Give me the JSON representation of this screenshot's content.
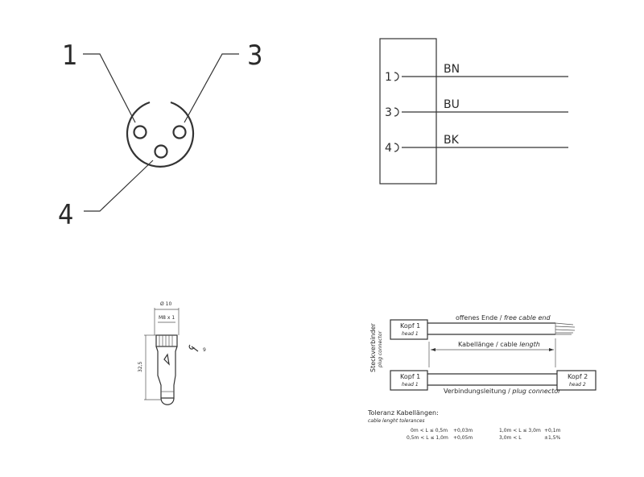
{
  "pinout": {
    "pins": [
      "1",
      "3",
      "4"
    ]
  },
  "wiring": {
    "wires": [
      {
        "pin": "1",
        "color": "BN"
      },
      {
        "pin": "3",
        "color": "BU"
      },
      {
        "pin": "4",
        "color": "BK"
      }
    ]
  },
  "dimensions": {
    "diameter": "Ø 10",
    "thread": "M8 x 1",
    "wrench": "9",
    "length": "32,5"
  },
  "cable": {
    "side_label": "Steckverbinder",
    "side_label_en": "plug connector",
    "head1": "Kopf 1",
    "head1_en": "head 1",
    "head2": "Kopf 2",
    "head2_en": "head 2",
    "open_end": "offenes Ende / ",
    "open_end_en": "free cable end",
    "length": "Kabellänge / cable ",
    "length_en": "length",
    "connection": "Verbindungsleitung / ",
    "connection_en": "plug connector"
  },
  "tolerances": {
    "title": "Toleranz Kabellängen:",
    "subtitle": "cable lenght tolerances",
    "rows": [
      {
        "range": "0m < L ≤ 0,5m",
        "tol": "+0,03m"
      },
      {
        "range": "0,5m < L ≤ 1,0m",
        "tol": "+0,05m"
      },
      {
        "range": "1,0m < L ≤ 3,0m",
        "tol": "+0,1m"
      },
      {
        "range": "3,0m < L",
        "tol": "±1,5%"
      }
    ]
  }
}
